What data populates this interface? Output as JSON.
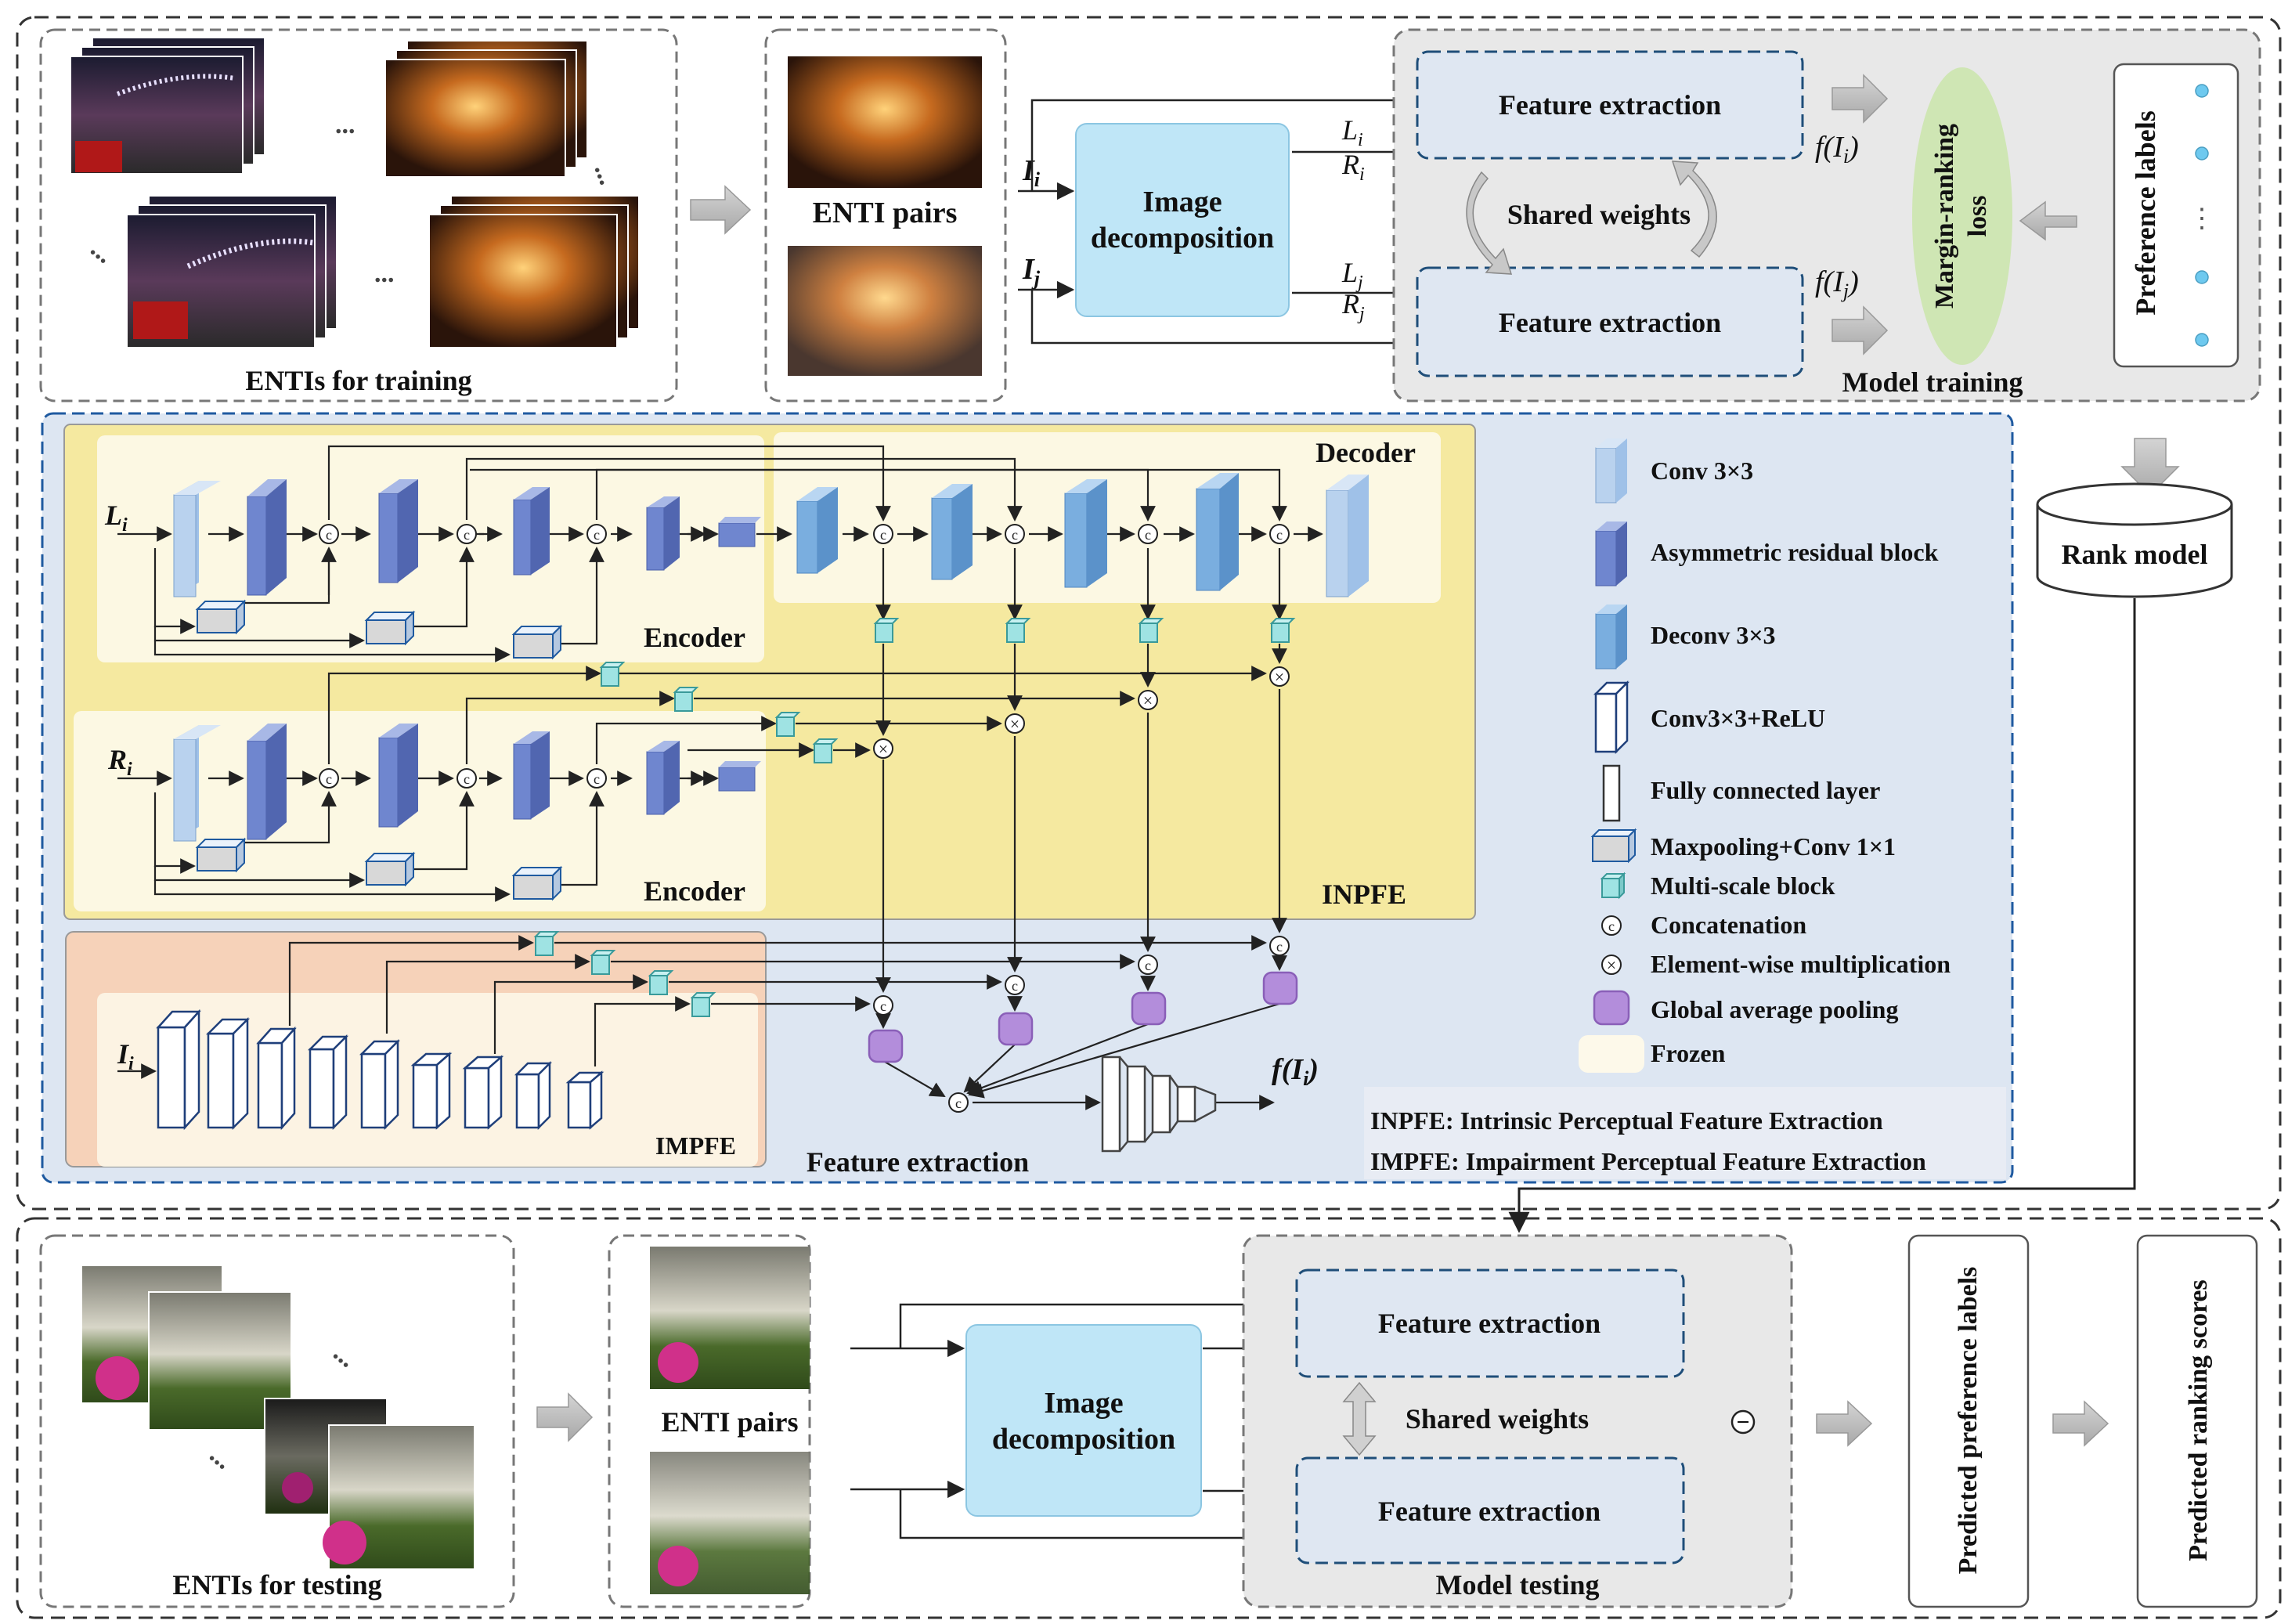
{
  "training": {
    "enti_caption": "ENTIs for training",
    "pairs_caption": "ENTI pairs",
    "input_i": "I",
    "input_i_sub": "i",
    "input_j": "I",
    "input_j_sub": "j",
    "decomposition": [
      "Image",
      "decomposition"
    ],
    "L_i": "L",
    "R_i": "R",
    "sub_i": "i",
    "L_j": "L",
    "R_j": "R",
    "sub_j": "j",
    "feature_extraction_top": "Feature extraction",
    "feature_extraction_bottom": "Feature extraction",
    "shared_weights": "Shared weights",
    "f_ii": "f(I",
    "f_close": ")",
    "margin_ranking_loss": [
      "Margin-ranking",
      "loss"
    ],
    "preference_labels": "Preference labels",
    "model_training": "Model training",
    "ellipsis": "...",
    "vdots": "⋮"
  },
  "rank_model": "Rank model",
  "network": {
    "decoder": "Decoder",
    "encoder_top": "Encoder",
    "encoder_bottom": "Encoder",
    "inpfe": "INPFE",
    "impfe": "IMPFE",
    "feature_extraction": "Feature extraction",
    "Li": "L",
    "Ri": "R",
    "Ii": "I",
    "sub": "i",
    "f_output": "f(I",
    "concat_symbol": "c",
    "mult_symbol": "×"
  },
  "legend": {
    "items": [
      "Conv 3×3",
      "Asymmetric residual block",
      "Deconv 3×3",
      "Conv3×3+ReLU",
      "Fully connected layer",
      "Maxpooling+Conv 1×1",
      "Multi-scale block",
      "Concatenation",
      "Element-wise multiplication",
      "Global average pooling",
      "Frozen"
    ],
    "abbrev_inpfe": "INPFE: Intrinsic Perceptual Feature Extraction",
    "abbrev_impfe": "IMPFE: Impairment Perceptual Feature Extraction"
  },
  "testing": {
    "enti_caption": "ENTIs for testing",
    "pairs_caption": "ENTI pairs",
    "decomposition": [
      "Image",
      "decomposition"
    ],
    "feature_extraction_top": "Feature extraction",
    "feature_extraction_bottom": "Feature extraction",
    "shared_weights": "Shared weights",
    "model_testing": "Model testing",
    "predicted_labels": "Predicted preference labels",
    "predicted_scores": "Predicted ranking scores",
    "minus_symbol": "−"
  },
  "colors": {
    "frame_dash": "#333333",
    "decomp_fill": "#bfe6f7",
    "feature_fill": "#dfe7f2",
    "model_bg": "#e8e8e8",
    "net_bg": "#dde6f2",
    "encoder_yellow": "#f5e9a0",
    "impfe_orange": "#f6d2b9",
    "frozen": "#fdf9ea",
    "margin_green": "#cfe6b4",
    "conv_light": "#b9d2ee",
    "resblock": "#6f86cf",
    "deconv": "#7aaedf",
    "gap_purple": "#b38ddb",
    "ms_teal": "#9fe3e3"
  }
}
